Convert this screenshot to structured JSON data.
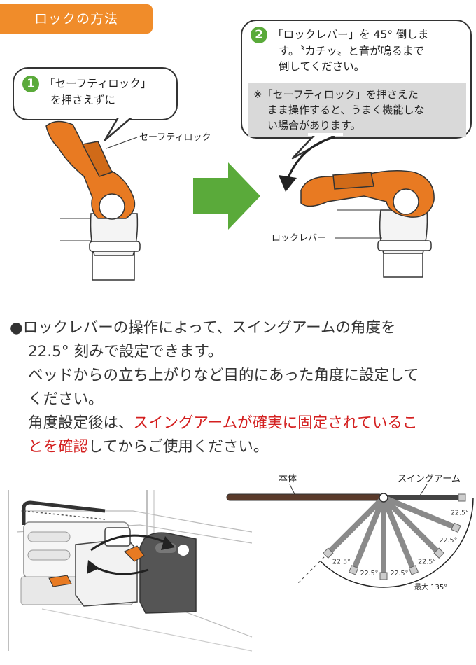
{
  "section": {
    "title": "ロックの方法"
  },
  "step1": {
    "number": "1",
    "text_line1": "「セーフティロック」",
    "text_line2": "を押さえずに",
    "part_label": "セーフティロック"
  },
  "step2": {
    "number": "2",
    "text_line1": "「ロックレバー」を 45° 倒しま",
    "text_line2": "す。〝カチッ〟と音が鳴るまで",
    "text_line3": "倒してください。",
    "note_line1": "※「セーフティロック」を押さえた",
    "note_line2": "まま操作すると、うまく機能しな",
    "note_line3": "い場合があります。",
    "part_label": "ロックレバー"
  },
  "description": {
    "bullet": "●",
    "line1": "ロックレバーの操作によって、スイングアームの角度を",
    "line2": "22.5° 刻みで設定できます。",
    "line3": "ベッドからの立ち上がりなど目的にあった角度に設定して",
    "line4": "ください。",
    "line5_normal": "角度設定後は、",
    "line5_red": "スイングアームが確実に固定されているこ",
    "line6_red": "とを確認",
    "line6_normal": "してからご使用ください。"
  },
  "angle_diagram": {
    "body_label": "本体",
    "arm_label": "スイングアーム",
    "step_label": "22.5°",
    "max_label": "最大 135°",
    "step_deg": 22.5,
    "max_deg": 135
  },
  "colors": {
    "accent_orange": "#f08c2a",
    "step_green": "#5aaa3a",
    "arrow_green": "#5aaa3a",
    "warning_red": "#d42020"
  }
}
